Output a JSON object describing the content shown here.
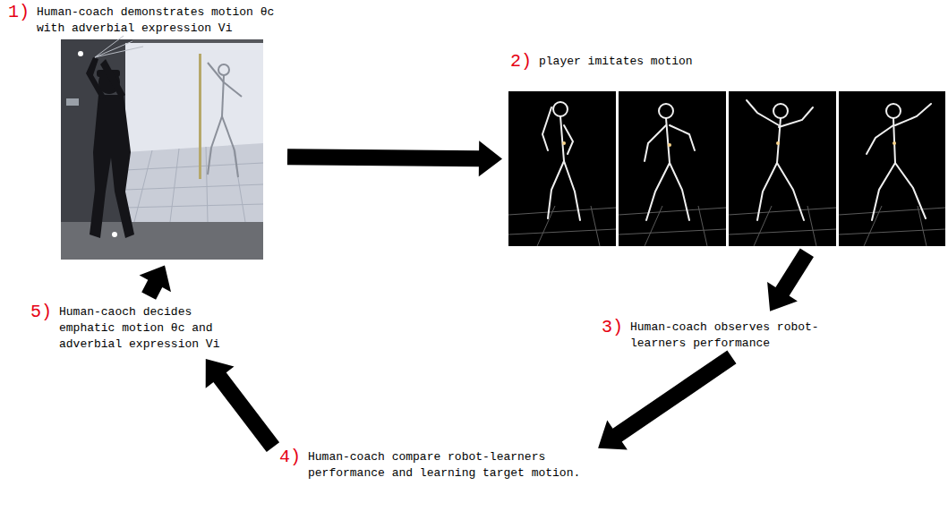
{
  "diagram": {
    "nodes": [
      {
        "text": [
          "1)",
          "Human-coach demonstrates motion θc with adverbial expression Vi"
        ]
      },
      {
        "text": [
          "2)",
          "player imitates motion"
        ]
      },
      {
        "text": [
          "3)",
          "Human-coach observes robot-learners performance"
        ]
      },
      {
        "text": [
          "4)",
          "Human-coach compare robot-learners performance and learning target motion."
        ]
      },
      {
        "text": [
          "5)",
          "Human-caoch decides emphatic motion θc and adverbial expression Vi"
        ]
      }
    ],
    "edges": [
      {
        "from": 0,
        "to": 1,
        "arrow": "to"
      },
      {
        "from": 1,
        "to": 2,
        "arrow": "to"
      },
      {
        "from": 2,
        "to": 3,
        "arrow": "to"
      },
      {
        "from": 3,
        "to": 4,
        "arrow": "to"
      },
      {
        "from": 4,
        "to": 0,
        "arrow": "to"
      }
    ]
  }
}
